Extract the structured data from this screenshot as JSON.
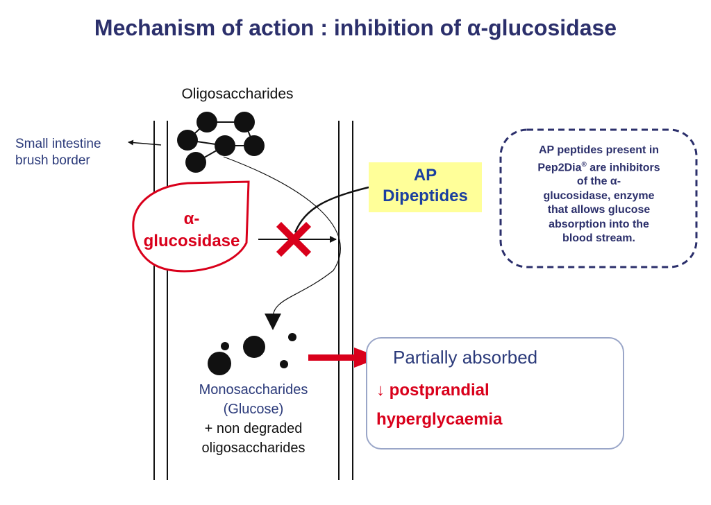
{
  "title": "Mechanism of action : inhibition of α-glucosidase",
  "labels": {
    "oligosaccharides": "Oligosaccharides",
    "brush_border_line1": "Small intestine",
    "brush_border_line2": "brush border",
    "enzyme_line1": "α-",
    "enzyme_line2": "glucosidase",
    "ap_line1": "AP",
    "ap_line2": "Dipeptides",
    "mono_line1": "Monosaccharides",
    "mono_line2": "(Glucose)",
    "mono_line3": "+ non degraded",
    "mono_line4": "oligosaccharides"
  },
  "info_box": {
    "line1": "AP peptides present in",
    "line2_pre": "Pep2Dia",
    "line2_sup": "®",
    "line2_post": " are inhibitors",
    "line3": "of the α-",
    "line4": "glucosidase, enzyme",
    "line5": "that allows glucose",
    "line6": "absorption into the",
    "line7": "blood stream."
  },
  "result": {
    "headline": "Partially absorbed",
    "effect_line1": "↓ postprandial",
    "effect_line2": "hyperglycaemia"
  },
  "colors": {
    "title": "#2b2f6b",
    "enzyme_red": "#d9001b",
    "ap_box_fill": "#ffff99",
    "ap_text": "#1b3fa0",
    "info_border": "#2b2f6b",
    "result_border": "#9aa6c8"
  }
}
